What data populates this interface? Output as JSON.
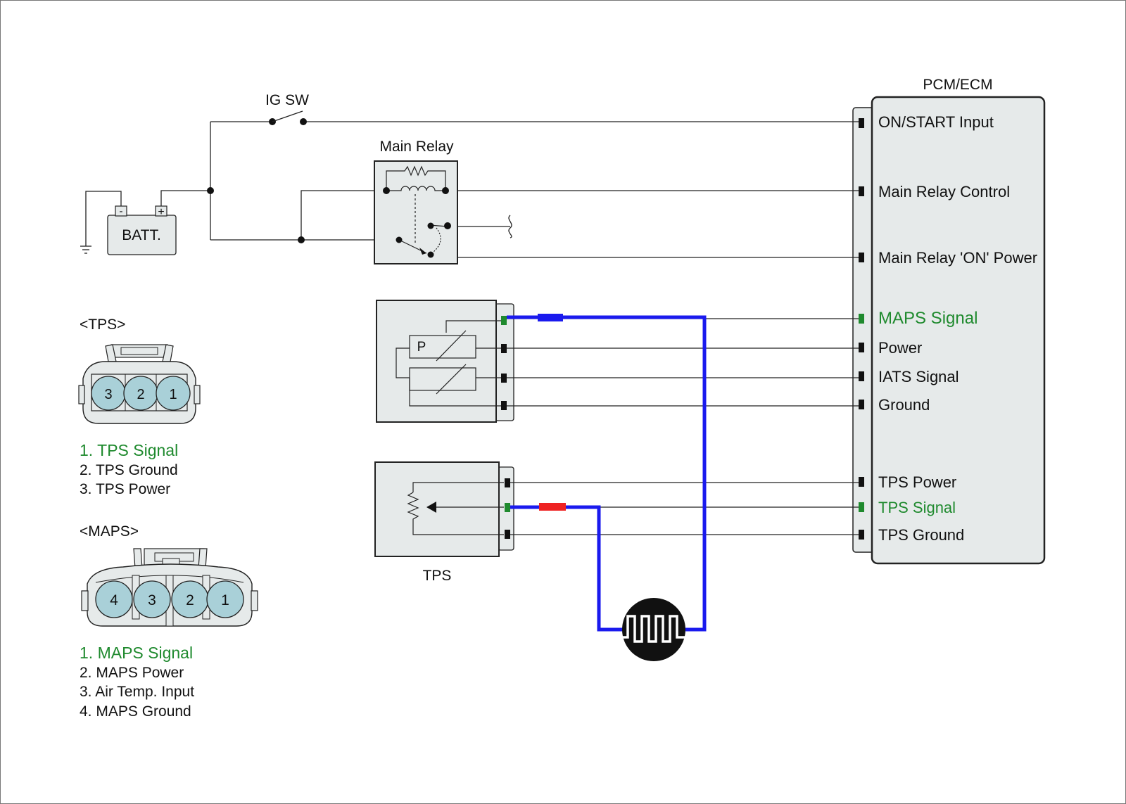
{
  "ecm": {
    "title": "PCM/ECM",
    "pins": [
      {
        "label": "ON/START Input",
        "highlight": false
      },
      {
        "label": "Main Relay Control",
        "highlight": false
      },
      {
        "label": "Main Relay 'ON' Power",
        "highlight": false
      },
      {
        "label": "MAPS Signal",
        "highlight": true
      },
      {
        "label": "Power",
        "highlight": false
      },
      {
        "label": "IATS Signal",
        "highlight": false
      },
      {
        "label": "Ground",
        "highlight": false
      },
      {
        "label": "TPS Power",
        "highlight": false
      },
      {
        "label": "TPS Signal",
        "highlight": true
      },
      {
        "label": "TPS Ground",
        "highlight": false
      }
    ]
  },
  "ig_switch": {
    "label": "IG SW"
  },
  "main_relay": {
    "label": "Main Relay"
  },
  "battery": {
    "label": "BATT.",
    "minus": "-",
    "plus": "+"
  },
  "tps_sensor": {
    "label": "TPS"
  },
  "maps_sensor": {
    "p_label": "P"
  },
  "tps_connector": {
    "title": "<TPS>",
    "pin_numbers": [
      "3",
      "2",
      "1"
    ],
    "legend": [
      {
        "text": "1. TPS Signal",
        "highlight": true
      },
      {
        "text": "2. TPS Ground",
        "highlight": false
      },
      {
        "text": "3. TPS Power",
        "highlight": false
      }
    ]
  },
  "maps_connector": {
    "title": "<MAPS>",
    "pin_numbers": [
      "4",
      "3",
      "2",
      "1"
    ],
    "legend": [
      {
        "text": "1. MAPS Signal",
        "highlight": true
      },
      {
        "text": "2. MAPS Power",
        "highlight": false
      },
      {
        "text": "3. Air Temp. Input",
        "highlight": false
      },
      {
        "text": "4. MAPS Ground",
        "highlight": false
      }
    ]
  },
  "colors": {
    "wire": "#222222",
    "probe_wire": "#1a1aee",
    "probe_red": "#ee2222",
    "highlight": "#1f8a2e",
    "box_fill": "#e6eaea",
    "pin_fill": "#a9d0d8"
  },
  "scope_icon": "square-wave-oscilloscope-icon"
}
